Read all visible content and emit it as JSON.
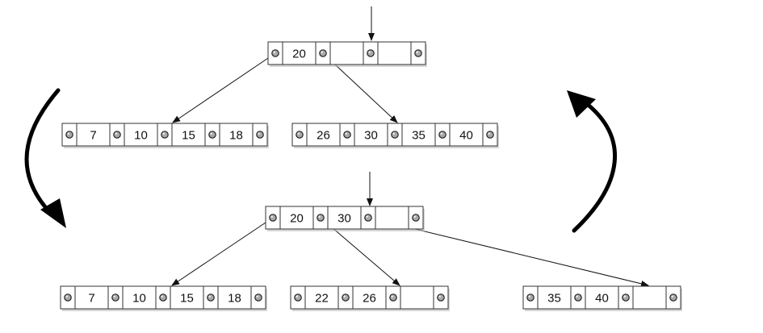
{
  "tree_before": {
    "root": [
      "20",
      "",
      ""
    ],
    "children": [
      [
        "7",
        "10",
        "15",
        "18"
      ],
      [
        "26",
        "30",
        "35",
        "40"
      ]
    ]
  },
  "tree_after": {
    "root": [
      "20",
      "30",
      ""
    ],
    "children": [
      [
        "7",
        "10",
        "15",
        "18"
      ],
      [
        "22",
        "26",
        ""
      ],
      [
        "35",
        "40",
        ""
      ]
    ]
  },
  "cycle_arrows": [
    "left-down",
    "right-up"
  ]
}
